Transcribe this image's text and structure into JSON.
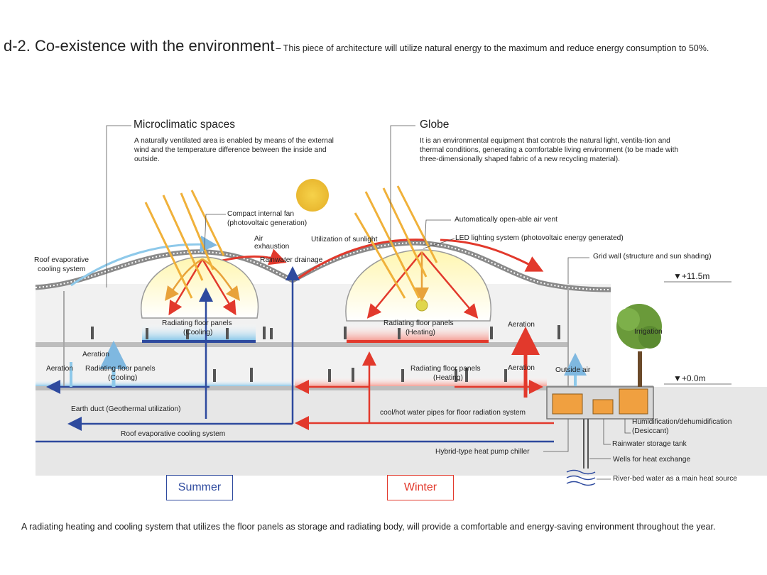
{
  "header": {
    "title": "d-2. Co-existence with the environment",
    "subtitle": "– This piece of architecture will utilize natural energy to the maximum and reduce energy consumption to 50%."
  },
  "sections": {
    "microclimatic": {
      "title": "Microclimatic spaces",
      "body": "A naturally ventilated area is enabled by means of the external wind and the temperature difference between the inside and outside."
    },
    "globe": {
      "title": "Globe",
      "body": "It is an environmental equipment that controls the natural light, ventila-tion and thermal conditions, generating a comfortable living environment (to be made with three-dimensionally shaped fabric of a new recycling material)."
    }
  },
  "labels": {
    "compact_fan": "Compact internal fan",
    "compact_fan_sub": "(photovoltaic generation)",
    "air": "Air",
    "exhaustion": "exhaustion",
    "sunlight": "Utilization of sunlight",
    "rainwater_drainage": "Rainwater drainage",
    "roof_evap_1": "Roof evaporative",
    "roof_evap_2": "cooling system",
    "air_vent": "Automatically open-able air vent",
    "led": "LED lighting system (photovoltaic energy generated)",
    "grid_wall": "Grid wall (structure and sun shading)",
    "level_top": "▼+11.5m",
    "level_ground": "▼+0.0m",
    "rad_cool_upper_1": "Radiating floor panels",
    "rad_cool_upper_2": "(Cooling)",
    "rad_heat_upper_1": "Radiating floor panels",
    "rad_heat_upper_2": "(Heating)",
    "aeration_top_right": "Aeration",
    "irrigation": "Irrigation",
    "aeration_left_upper": "Aeration",
    "aeration_left": "Aeration",
    "rad_cool_lower_1": "Radiating floor panels",
    "rad_cool_lower_2": "(Cooling)",
    "rad_heat_lower_1": "Radiating floor panels",
    "rad_heat_lower_2": "(Heating)",
    "aeration_right": "Aeration",
    "outside_air": "Outside air",
    "earth_duct": "Earth duct (Geothermal utilization)",
    "water_pipes": "cool/hot water pipes for floor radiation system",
    "roof_evap_bottom": "Roof evaporative cooling system",
    "humid_1": "Humidification/dehumidification",
    "humid_2": "(Desiccant)",
    "rain_tank": "Rainwater storage tank",
    "heat_pump": "Hybrid-type heat pump chiller",
    "wells": "Wells for heat exchange",
    "river": "River-bed water as a main heat source"
  },
  "seasons": {
    "summer": "Summer",
    "winter": "Winter"
  },
  "footer": "A radiating heating and cooling system that utilizes the floor panels as storage and radiating body, will provide a comfortable and energy-saving environment throughout the year.",
  "colors": {
    "cool": "#2e4a9e",
    "cool_light": "#8ec9ea",
    "heat": "#e2392c",
    "heat_light": "#f6a39a",
    "sun": "#f0c23a",
    "equipment": "#f0a040",
    "tree": "#6a9a3a"
  }
}
